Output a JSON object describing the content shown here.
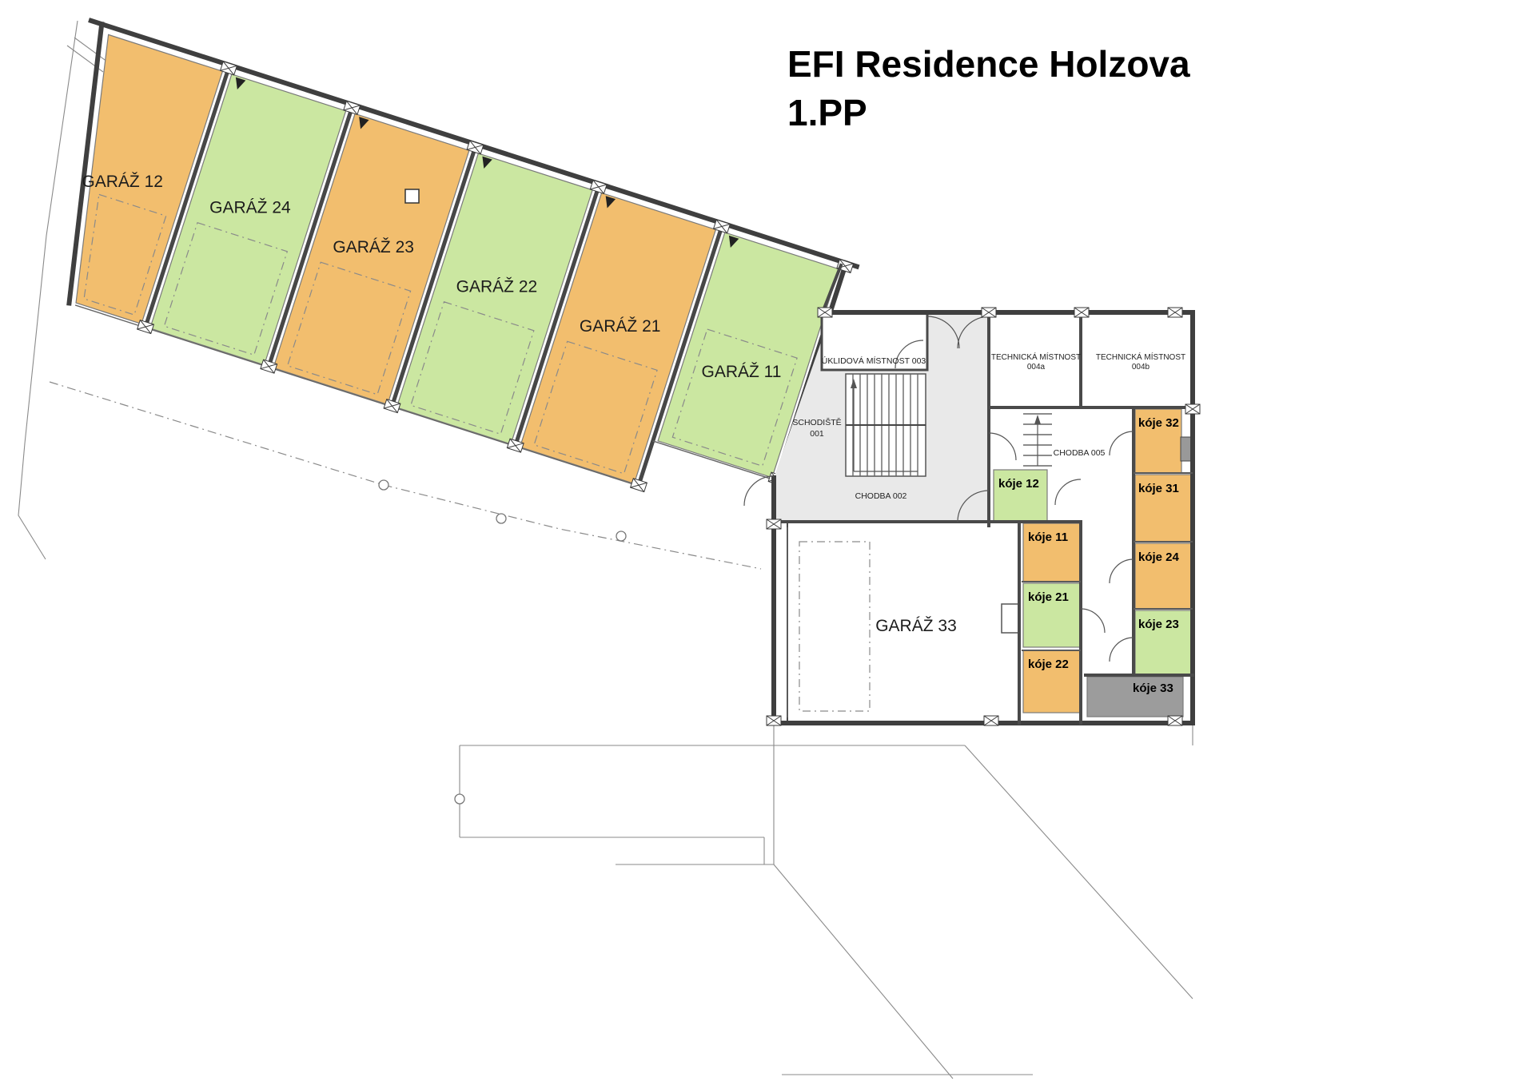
{
  "title": {
    "line1": "EFI Residence Holzova",
    "line2": "1.PP"
  },
  "colors": {
    "unit_orange": "#F2BE6E",
    "unit_green": "#CBE7A1",
    "unit_gray": "#9C9C9C",
    "corridor_gray": "#E9E9E9"
  },
  "garages": [
    {
      "label": "GARÁŽ 12",
      "color": "orange"
    },
    {
      "label": "GARÁŽ 24",
      "color": "green"
    },
    {
      "label": "GARÁŽ 23",
      "color": "orange"
    },
    {
      "label": "GARÁŽ 22",
      "color": "green"
    },
    {
      "label": "GARÁŽ 21",
      "color": "orange"
    },
    {
      "label": "GARÁŽ 11",
      "color": "green"
    }
  ],
  "garage_33": {
    "label": "GARÁŽ 33"
  },
  "rooms": {
    "uklidova": {
      "label": "ÚKLIDOVÁ MÍSTNOST 003"
    },
    "schodiste": {
      "name": "SCHODIŠTĚ",
      "number": "001"
    },
    "chodba_002": {
      "label": "CHODBA 002"
    },
    "technicka_004a": {
      "name": "TECHNICKÁ MÍSTNOST",
      "number": "004a"
    },
    "technicka_004b": {
      "name": "TECHNICKÁ MÍSTNOST",
      "number": "004b"
    },
    "chodba_005": {
      "label": "CHODBA 005"
    }
  },
  "koje": {
    "k32": {
      "label": "kóje 32",
      "color": "orange"
    },
    "k31": {
      "label": "kóje 31",
      "color": "orange"
    },
    "k24": {
      "label": "kóje 24",
      "color": "orange"
    },
    "k23": {
      "label": "kóje 23",
      "color": "green"
    },
    "k33": {
      "label": "kóje 33",
      "color": "gray"
    },
    "k12": {
      "label": "kóje 12",
      "color": "green"
    },
    "k11": {
      "label": "kóje 11",
      "color": "orange"
    },
    "k21": {
      "label": "kóje 21",
      "color": "green"
    },
    "k22": {
      "label": "kóje 22",
      "color": "orange"
    }
  }
}
